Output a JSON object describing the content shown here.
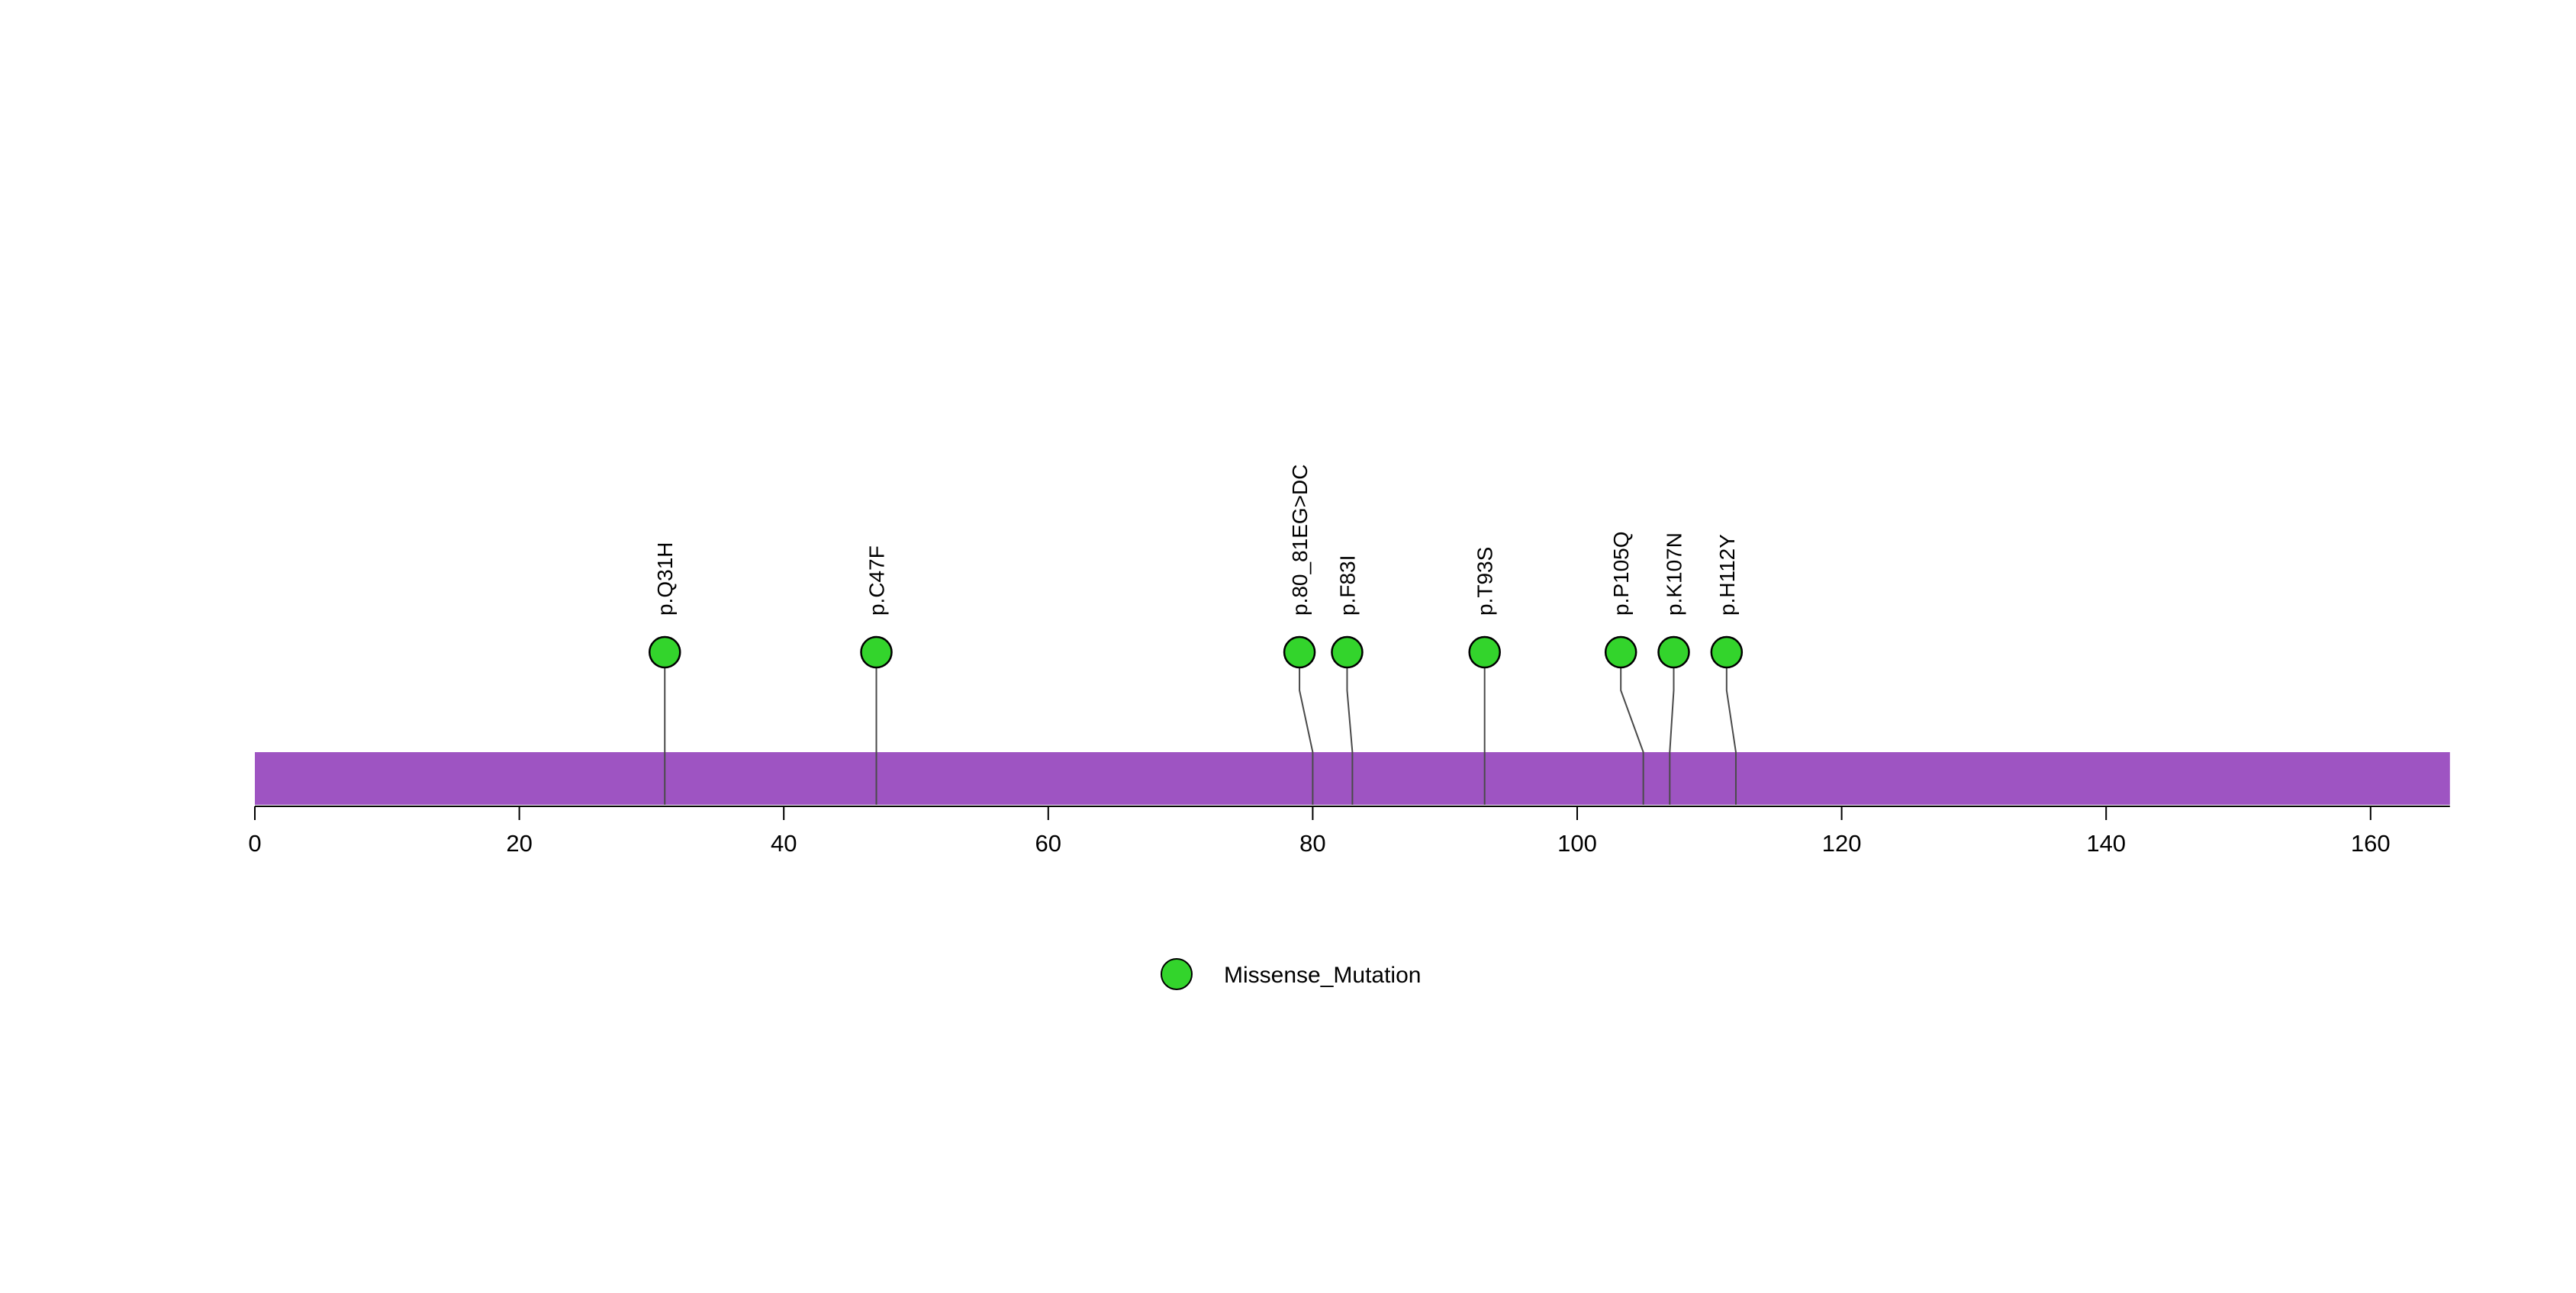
{
  "chart_data": {
    "type": "lollipop",
    "title": "",
    "xlabel": "",
    "ylabel": "",
    "protein_length": 166,
    "xlim": [
      0,
      166
    ],
    "grid": false,
    "legend_position": "bottom-center",
    "x_ticks": [
      {
        "value": 0,
        "label": "0"
      },
      {
        "value": 20,
        "label": "20"
      },
      {
        "value": 40,
        "label": "40"
      },
      {
        "value": 60,
        "label": "60"
      },
      {
        "value": 80,
        "label": "80"
      },
      {
        "value": 100,
        "label": "100"
      },
      {
        "value": 120,
        "label": "120"
      },
      {
        "value": 140,
        "label": "140"
      },
      {
        "value": 160,
        "label": "160"
      }
    ],
    "mutations": [
      {
        "label": "p.Q31H",
        "position": 31,
        "circle_position": 31,
        "type": "Missense_Mutation"
      },
      {
        "label": "p.C47F",
        "position": 47,
        "circle_position": 47,
        "type": "Missense_Mutation"
      },
      {
        "label": "p.80_81EG>DC",
        "position": 80,
        "circle_position": 79,
        "type": "Missense_Mutation"
      },
      {
        "label": "p.F83I",
        "position": 83,
        "circle_position": 82.6,
        "type": "Missense_Mutation"
      },
      {
        "label": "p.T93S",
        "position": 93,
        "circle_position": 93,
        "type": "Missense_Mutation"
      },
      {
        "label": "p.P105Q",
        "position": 105,
        "circle_position": 103.3,
        "type": "Missense_Mutation"
      },
      {
        "label": "p.K107N",
        "position": 107,
        "circle_position": 107.3,
        "type": "Missense_Mutation"
      },
      {
        "label": "p.H112Y",
        "position": 112,
        "circle_position": 111.3,
        "type": "Missense_Mutation"
      }
    ],
    "legend": {
      "items": [
        {
          "label": "Missense_Mutation",
          "color": "#33D42C"
        }
      ]
    },
    "colors": {
      "protein_bar": "#9E54C2",
      "missense_mutation": "#33D42C",
      "stem": "#4A4A4A",
      "circle_outline": "#000000",
      "axis": "#000000",
      "text": "#000000",
      "background": "#FFFFFF"
    }
  }
}
